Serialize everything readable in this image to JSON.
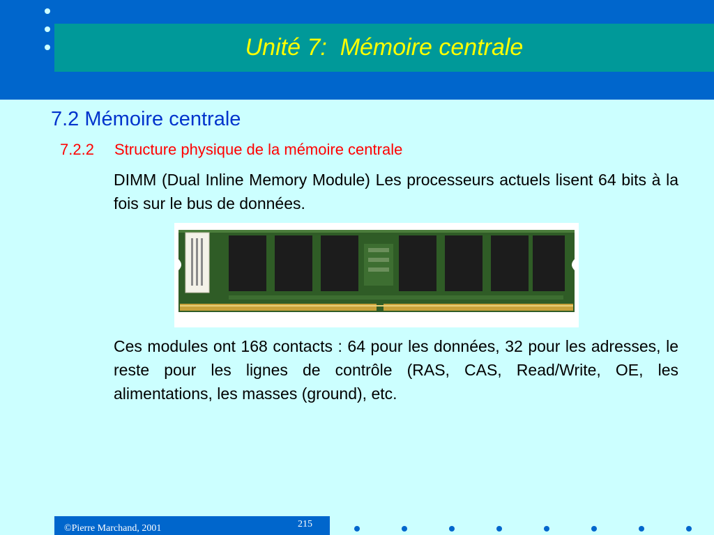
{
  "slide": {
    "title": "Unité 7:  Mémoire centrale",
    "section_heading": "7.2 Mémoire centrale",
    "subsection_number": "7.2.2",
    "subsection_title": "Structure physique de la mémoire centrale",
    "paragraph_1": "DIMM (Dual Inline Memory Module) Les processeurs actuels lisent 64 bits à la fois sur le bus de données.",
    "paragraph_2": "Ces modules ont 168 contacts : 64 pour les données, 32 pour les adresses, le reste pour les lignes de contrôle (RAS, CAS, Read/Write, OE, les alimentations, les masses (ground), etc."
  },
  "footer": {
    "copyright": "©Pierre Marchand, 2001",
    "page_number": "215"
  },
  "image": {
    "subject": "dimm-memory-module-photo"
  },
  "colors": {
    "background": "#ccffff",
    "band": "#0066cc",
    "title_bar": "#009999",
    "title_text": "#ffff00",
    "heading_text": "#0033cc",
    "subsection_text": "#ff0000",
    "body_text": "#000000"
  }
}
